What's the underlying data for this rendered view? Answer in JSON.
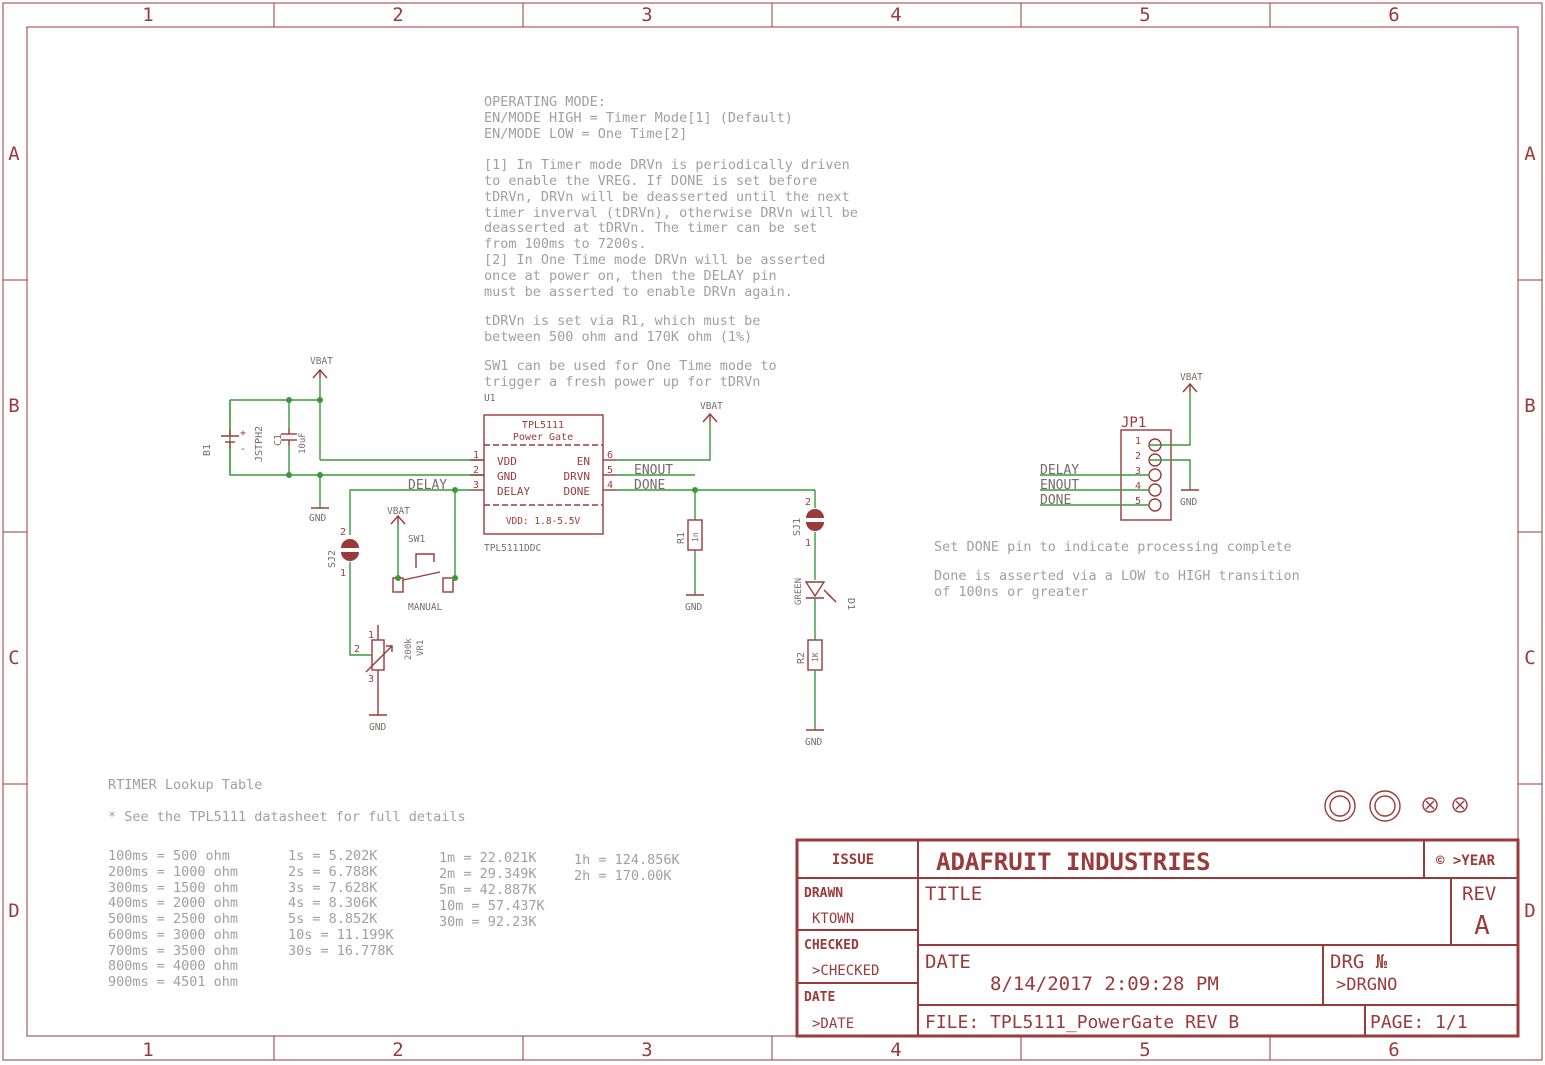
{
  "frame": {
    "columns": [
      "1",
      "2",
      "3",
      "4",
      "5",
      "6"
    ],
    "rows": [
      "A",
      "B",
      "C",
      "D"
    ]
  },
  "notes": {
    "operating_mode": [
      "OPERATING MODE:",
      "EN/MODE HIGH = Timer Mode[1] (Default)",
      "EN/MODE LOW = One Time[2]"
    ],
    "timer_mode": [
      "[1] In Timer mode DRVn is periodically driven",
      "to enable the VREG. If DONE is set before",
      "tDRVn, DRVn will be deasserted until the next",
      "timer inverval (tDRVn), otherwise DRVn will be",
      "deasserted at tDRVn. The timer can be set",
      "from 100ms to 7200s.",
      "[2] In One Time mode DRVn will be asserted",
      "once at power on, then the DELAY pin",
      "must be asserted to enable DRVn again."
    ],
    "tdrvn": [
      "tDRVn is set via R1, which must be",
      "between 500 ohm and 170K ohm (1%)"
    ],
    "sw1": [
      "SW1 can be used for One Time mode to",
      "trigger a fresh power up for tDRVn"
    ],
    "done": "Set DONE pin to indicate processing complete",
    "done_transition": [
      "Done is asserted via a LOW to HIGH transition",
      "of 100ns or greater"
    ]
  },
  "lookup": {
    "title": "RTIMER Lookup Table",
    "subtitle": "* See the TPL5111 datasheet for full details",
    "col1": [
      "100ms = 500 ohm",
      "200ms = 1000 ohm",
      "300ms = 1500 ohm",
      "400ms = 2000 ohm",
      "500ms = 2500 ohm",
      "600ms = 3000 ohm",
      "700ms = 3500 ohm",
      "800ms = 4000 ohm",
      "900ms = 4501 ohm"
    ],
    "col2": [
      "1s = 5.202K",
      "2s = 6.788K",
      "3s = 7.628K",
      "4s = 8.306K",
      "5s = 8.852K",
      "10s = 11.199K",
      "30s = 16.778K"
    ],
    "col3": [
      "1m = 22.021K",
      "2m = 29.349K",
      "5m = 42.887K",
      "10m = 57.437K",
      "30m = 92.23K"
    ],
    "col4": [
      "1h = 124.856K",
      "2h = 170.00K"
    ]
  },
  "schematic": {
    "u1": {
      "ref": "U1",
      "name": "TPL5111",
      "subtitle": "Power Gate",
      "vdd_range": "VDD:  1.8-5.5V",
      "package": "TPL5111DDC",
      "pins_left": [
        "VDD",
        "GND",
        "DELAY"
      ],
      "pins_left_nums": [
        "1",
        "2",
        "3"
      ],
      "pins_right": [
        "EN",
        "DRVN",
        "DONE"
      ],
      "pins_right_nums": [
        "6",
        "5",
        "4"
      ]
    },
    "net_labels": {
      "vbat": "VBAT",
      "gnd": "GND",
      "delay": "DELAY",
      "enout": "ENOUT",
      "done": "DONE"
    },
    "b1": {
      "ref": "B1",
      "value": "JSTPH2",
      "plus": "+",
      "minus": "-"
    },
    "c1": {
      "ref": "C1",
      "value": "10uF"
    },
    "r1": {
      "ref": "R1",
      "value": "1n"
    },
    "r2": {
      "ref": "R2",
      "value": "1K"
    },
    "sj1": {
      "ref": "SJ1",
      "pin_top": "2",
      "pin_bottom": "1"
    },
    "sj2": {
      "ref": "SJ2",
      "pin_top": "2",
      "pin_bottom": "1"
    },
    "d1": {
      "ref": "D1",
      "value": "GREEN"
    },
    "sw1": {
      "ref": "SW1",
      "value": "MANUAL"
    },
    "vr1": {
      "ref": "VR1",
      "value": "200k",
      "pin1": "1",
      "pin2": "2",
      "pin3": "3"
    },
    "jp1": {
      "ref": "JP1",
      "pins": [
        "1",
        "2",
        "3",
        "4",
        "5"
      ],
      "labels": [
        "DELAY",
        "ENOUT",
        "DONE"
      ]
    }
  },
  "title_block": {
    "issue": "ISSUE",
    "company": "ADAFRUIT INDUSTRIES",
    "year": "© >YEAR",
    "drawn_label": "DRAWN",
    "drawn_value": "KTOWN",
    "checked_label": "CHECKED",
    "checked_value": ">CHECKED",
    "date_label": "DATE",
    "date_value": ">DATE",
    "title_label": "TITLE",
    "rev_label": "REV",
    "rev_value": "A",
    "date_field_label": "DATE",
    "date_field_value": "8/14/2017 2:09:28 PM",
    "drg_label": "DRG №",
    "drg_value": ">DRGNO",
    "file": "FILE: TPL5111_PowerGate REV B",
    "page": "PAGE: 1/1"
  }
}
